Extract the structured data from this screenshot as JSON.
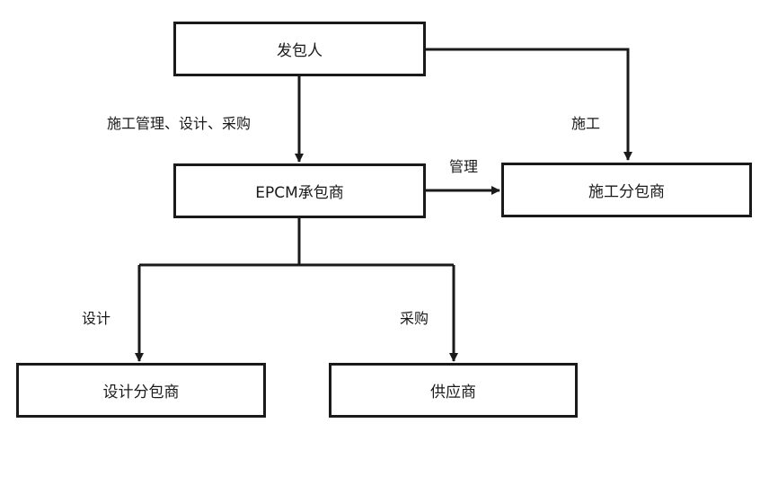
{
  "nodes": {
    "owner": "发包人",
    "epcm": "EPCM承包商",
    "construction_sub": "施工分包商",
    "design_sub": "设计分包商",
    "supplier": "供应商"
  },
  "edge_labels": {
    "owner_to_epcm": "施工管理、设计、采购",
    "owner_to_construction": "施工",
    "epcm_to_construction": "管理",
    "epcm_to_design": "设计",
    "epcm_to_supplier": "采购"
  }
}
